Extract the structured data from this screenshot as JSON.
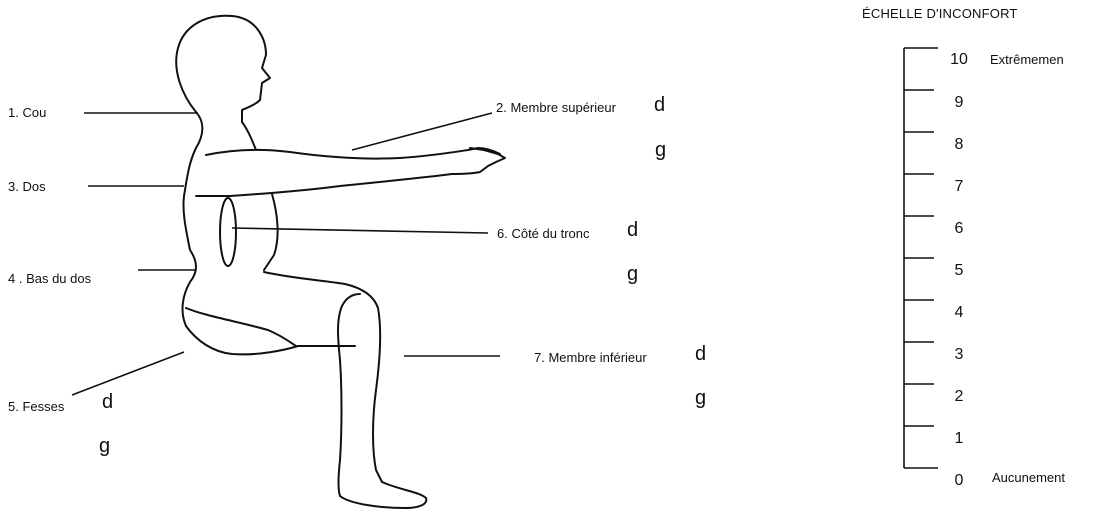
{
  "labels": {
    "neck": "1. Cou",
    "upper_limb": "2. Membre supérieur",
    "back": "3. Dos",
    "lower_back": "4 . Bas du dos",
    "buttocks": "5. Fesses",
    "trunk_side": "6. Côté du tronc",
    "lower_limb": "7. Membre inférieur"
  },
  "sides": {
    "right": "d",
    "left": "g"
  },
  "scale": {
    "title": "ÉCHELLE D'INCONFORT",
    "levels": [
      "10",
      "9",
      "8",
      "7",
      "6",
      "5",
      "4",
      "3",
      "2",
      "1",
      "0"
    ],
    "top_anchor": "Extrêmemen",
    "bottom_anchor": "Aucunement"
  }
}
